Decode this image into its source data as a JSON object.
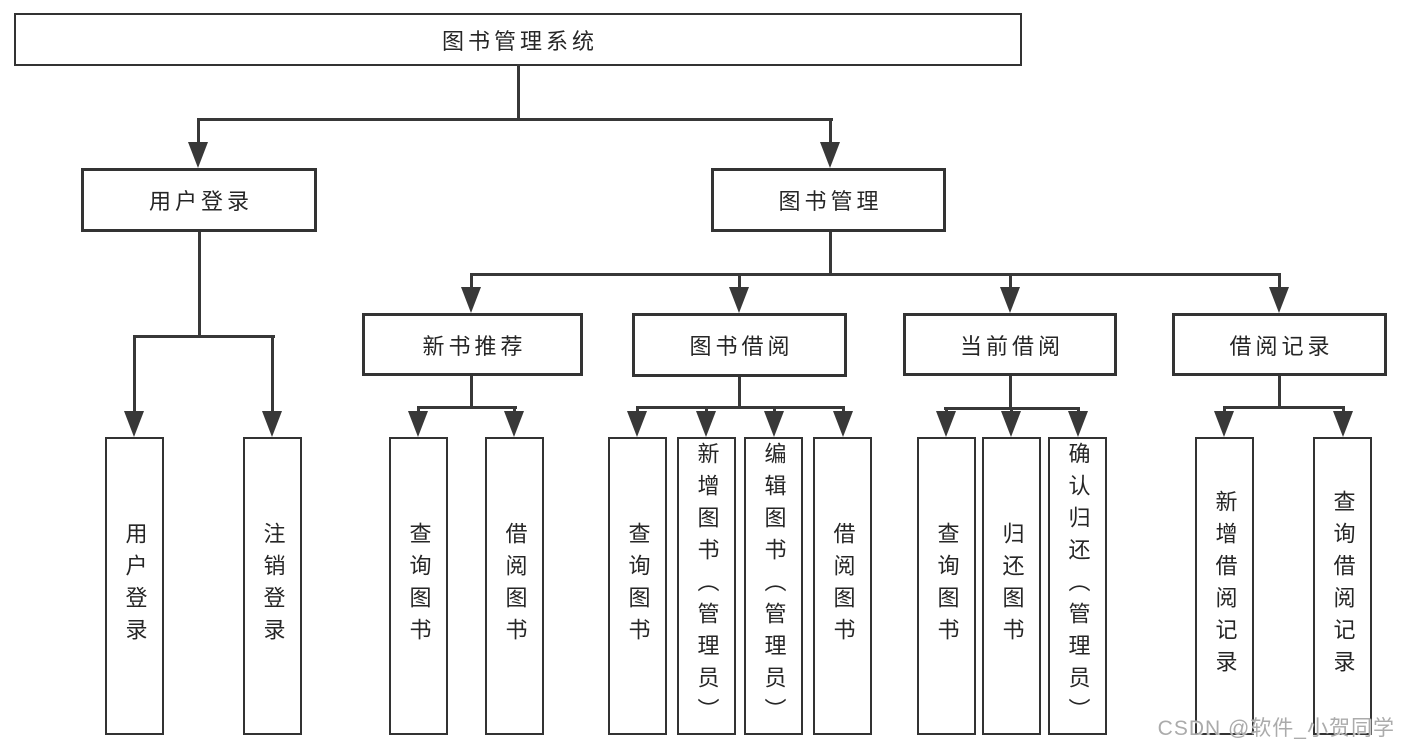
{
  "watermark": "CSDN @软件_小贺同学",
  "tree": {
    "root": {
      "label": "图书管理系统"
    },
    "branches": [
      {
        "label": "用户登录",
        "leaves": [
          "用户登录",
          "注销登录"
        ]
      },
      {
        "label": "图书管理",
        "groups": [
          {
            "label": "新书推荐",
            "leaves": [
              "查询图书",
              "借阅图书"
            ]
          },
          {
            "label": "图书借阅",
            "leaves": [
              "查询图书",
              "新增图书（管理员）",
              "编辑图书（管理员）",
              "借阅图书"
            ]
          },
          {
            "label": "当前借阅",
            "leaves": [
              "查询图书",
              "归还图书",
              "确认归还（管理员）"
            ]
          },
          {
            "label": "借阅记录",
            "leaves": [
              "新增借阅记录",
              "查询借阅记录"
            ]
          }
        ]
      }
    ]
  },
  "colors": {
    "line": "#383838",
    "text": "#262626",
    "background": "#ffffff",
    "watermark": "#ababab"
  }
}
